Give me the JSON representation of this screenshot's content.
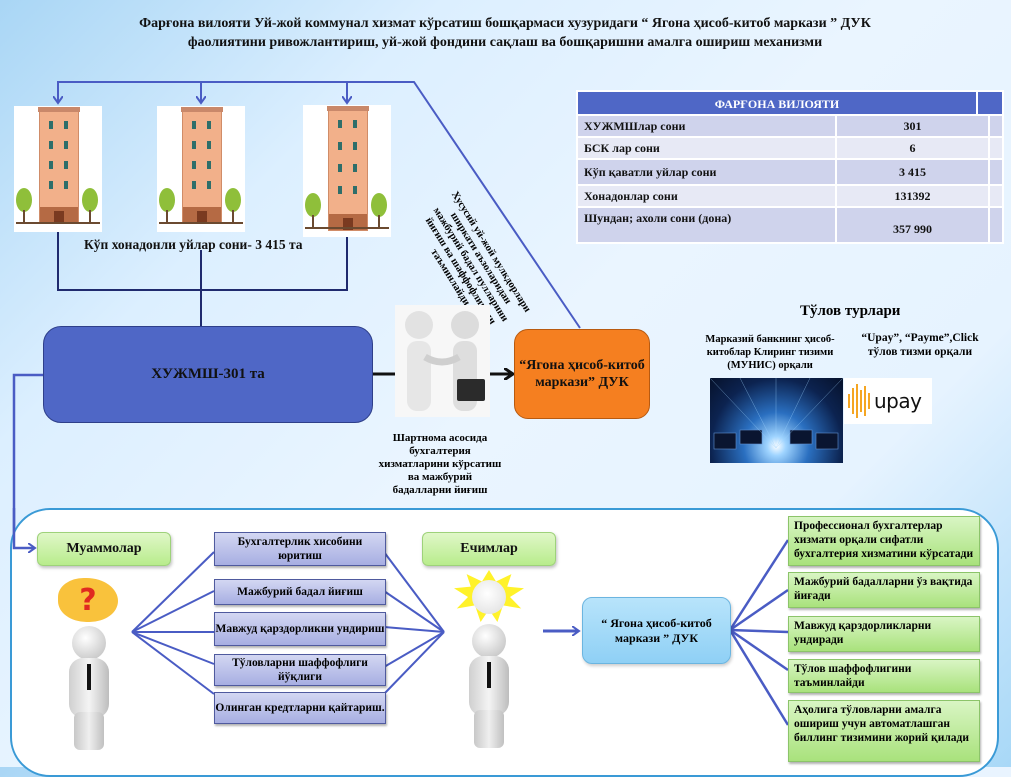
{
  "title": {
    "line1": "Фарғона вилояти Уй-жой коммунал хизмат кўрсатиш бошқармаси хузуридаги “ Ягона ҳисоб-китоб маркази ” ДУК",
    "line2": "фаолиятини ривожлантириш, уй-жой фондини сақлаш ва бошқаришни амалга ошириш механизми"
  },
  "buildings": {
    "count": 3,
    "caption": "Кўп хонадонли уйлар сони- 3 415 та",
    "icon": "apartment-building-icon"
  },
  "stats_table": {
    "header": "ФАРҒОНА ВИЛОЯТИ",
    "rows": [
      {
        "label": "ХУЖМШлар сони",
        "value": "301"
      },
      {
        "label": "БСК лар сони",
        "value": "6"
      },
      {
        "label": "Кўп қаватли уйлар сони",
        "value": "3 415"
      },
      {
        "label": "Хонадонлар сони",
        "value": "131392"
      },
      {
        "label": "Шундан; ахоли сони (дона)",
        "value": "357 990"
      }
    ]
  },
  "hoa_box": {
    "label": "ХУЖМШ-301 та"
  },
  "center_org": {
    "label": "“Ягона ҳисоб-китоб маркази” ДУК"
  },
  "handshake": {
    "icon": "handshake-icon",
    "caption": "Шартнома асосида бухгалтерия хизматларини кўрсатиш ва мажбурий бадалларни йиғиш"
  },
  "diagonal_note": "Хусусий уй-жой мулкдорлари ширкати аъзоларидан мажбурий бадал пулларини йиғиш ва шаффофлигини таъминлайди",
  "payments": {
    "title": "Тўлов турлари",
    "left_caption": "Марказий банкнинг ҳисоб-китоблар Клиринг тизими (МУНИС) орқали",
    "right_caption": "“Upay”, “Payme”,Click тўлов тизми орқали",
    "upay_logo_text": "upay",
    "colors": {
      "upay_bars": "#f5a623"
    }
  },
  "problems": {
    "label": "Муаммолар",
    "items": [
      "Бухгалтерлик хисобини юритиш",
      "Мажбурий бадал йиғиш",
      "Мавжуд қарздорликни ундириш",
      "Тўловларни шаффофлиги йўқлиги",
      "Олинган кредтларни қайтариш."
    ]
  },
  "solutions": {
    "label": "Ечимлар",
    "center_box": "“ Ягона ҳисоб-китоб маркази ” ДУК",
    "items": [
      "Профессионал бухгалтерлар хизмати орқали сифатли бухгалтерия хизматини кўрсатади",
      "Мажбурий бадалларни ўз вақтида йиғади",
      "Мавжуд қарздорликларни ундиради",
      "Тўлов шаффофлигини таъминлайди",
      "Аҳолига тўловларни амалга ошириш учун автоматлашган биллинг тизимини жорий қилади"
    ]
  },
  "colors": {
    "primary_blue": "#4f67c6",
    "orange": "#f57f20",
    "connector": "#4a5cc4",
    "dark_connector": "#1f2a6e",
    "green_label": "#b8ec8c",
    "panel_border": "#3a9ad6"
  }
}
